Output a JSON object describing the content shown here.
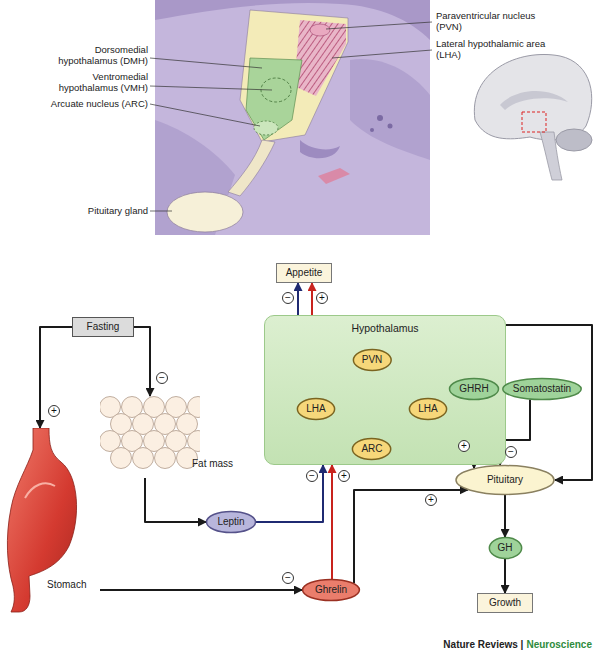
{
  "diagram": {
    "nodes": [
      {
        "text": [
          "Fasting"
        ]
      },
      {
        "text": [
          "Appetite"
        ]
      },
      {
        "text": [
          "Hypothalamus"
        ]
      },
      {
        "text": [
          "PVN"
        ],
        "in": 2
      },
      {
        "text": [
          "LHA"
        ],
        "in": 2
      },
      {
        "text": [
          "LHA"
        ],
        "in": 2
      },
      {
        "text": [
          "ARC"
        ],
        "in": 2
      },
      {
        "text": [
          "Fat mass"
        ]
      },
      {
        "text": [
          "GHRH"
        ]
      },
      {
        "text": [
          "Somatostatin"
        ]
      },
      {
        "text": [
          "Pituitary"
        ]
      },
      {
        "text": [
          "Leptin"
        ]
      },
      {
        "text": [
          "Stomach"
        ]
      },
      {
        "text": [
          "GH"
        ]
      },
      {
        "text": [
          "Ghrelin"
        ]
      },
      {
        "text": [
          "Growth"
        ]
      }
    ],
    "edges": [
      {
        "from": 0,
        "to": 12,
        "arrow": "to"
      },
      {
        "from": 0,
        "to": 7,
        "arrow": "to"
      },
      {
        "from": 7,
        "to": 11,
        "arrow": "to"
      },
      {
        "from": 11,
        "to": 2,
        "arrow": "to"
      },
      {
        "from": 12,
        "to": 14,
        "arrow": "to"
      },
      {
        "from": 14,
        "to": 2,
        "arrow": "to"
      },
      {
        "from": 14,
        "to": 10,
        "arrow": "to"
      },
      {
        "from": 2,
        "to": 10,
        "arrow": "to"
      },
      {
        "from": 8,
        "to": 10,
        "arrow": "to"
      },
      {
        "from": 9,
        "to": 10,
        "arrow": "to"
      },
      {
        "from": 10,
        "to": 13,
        "arrow": "to"
      },
      {
        "from": 13,
        "to": 15,
        "arrow": "to"
      },
      {
        "from": 2,
        "to": 1,
        "arrow": "to"
      },
      {
        "from": 2,
        "to": 1,
        "arrow": "to"
      },
      {
        "from": 6,
        "to": 4,
        "arrow": "to"
      },
      {
        "from": 4,
        "to": 3,
        "arrow": "to"
      },
      {
        "from": 6,
        "to": 5,
        "arrow": "to"
      },
      {
        "from": 5,
        "to": 3,
        "arrow": "to"
      }
    ],
    "labels": [
      "Paraventricular nucleus (PVN)",
      "Lateral hypothalamic area (LHA)",
      "Dorsomedial hypothalamus (DMH)",
      "Ventromedial hypothalamus (VMH)",
      "Arcuate nucleus (ARC)",
      "Pituitary gland",
      "−",
      "+",
      "−",
      "+",
      "−",
      "+",
      "+",
      "−",
      "+",
      "−",
      "Nature Reviews |",
      "Neuroscience"
    ]
  }
}
